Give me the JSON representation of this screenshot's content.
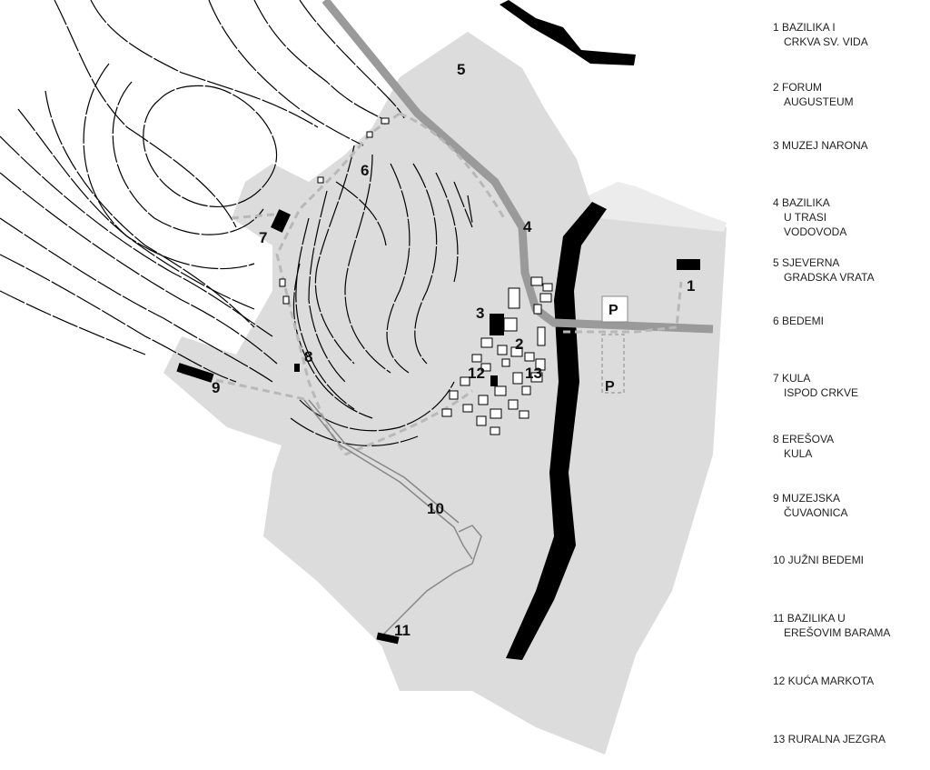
{
  "map": {
    "markers": [
      "1",
      "2",
      "3",
      "4",
      "5",
      "6",
      "7",
      "8",
      "9",
      "10",
      "11",
      "12",
      "13"
    ],
    "parking": [
      "P",
      "P"
    ],
    "colors": {
      "land": "#dcdcdc",
      "road": "#9a9a9a",
      "river": "#000000",
      "wall_path": "#b8b8b8",
      "contour": "#000000"
    }
  },
  "legend": {
    "items": [
      {
        "line1": "1 BAZILIKA I",
        "line2": "CRKVA SV. VIDA",
        "line3": ""
      },
      {
        "line1": "2 FORUM",
        "line2": "AUGUSTEUM",
        "line3": ""
      },
      {
        "line1": "3 MUZEJ NARONA",
        "line2": "",
        "line3": ""
      },
      {
        "line1": "4 BAZILIKA",
        "line2": "U  TRASI",
        "line3": "VODOVODA"
      },
      {
        "line1": "5 SJEVERNA",
        "line2": "GRADSKA VRATA",
        "line3": ""
      },
      {
        "line1": "6 BEDEMI",
        "line2": "",
        "line3": ""
      },
      {
        "line1": "7 KULA",
        "line2": "ISPOD CRKVE",
        "line3": ""
      },
      {
        "line1": "8 EREŠOVA",
        "line2": "KULA",
        "line3": ""
      },
      {
        "line1": "9 MUZEJSKA",
        "line2": "ČUVAONICA",
        "line3": ""
      },
      {
        "line1": "10 JUŽNI BEDEMI",
        "line2": "",
        "line3": ""
      },
      {
        "line1": "11 BAZILIKA U",
        "line2": "EREŠOVIM BARAMA",
        "line3": ""
      },
      {
        "line1": "12 KUĆA MARKOTA",
        "line2": "",
        "line3": ""
      },
      {
        "line1": "13 RURALNA JEZGRA",
        "line2": "",
        "line3": ""
      }
    ]
  }
}
